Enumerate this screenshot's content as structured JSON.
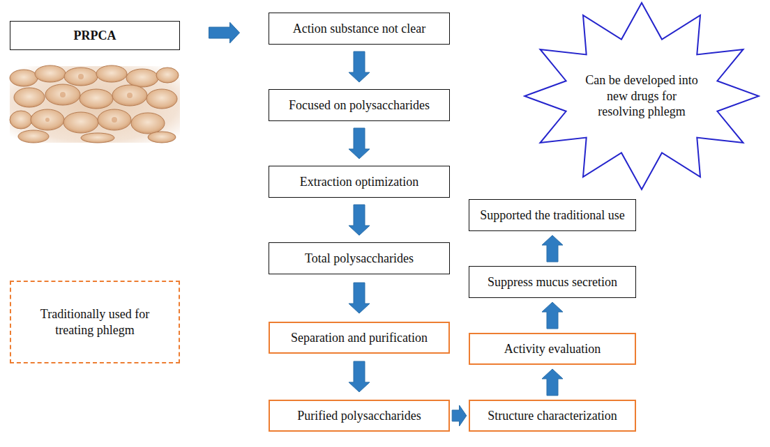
{
  "diagram": {
    "nodes": [
      {
        "text": [
          "PRPCA"
        ]
      },
      {
        "text": [
          "Action substance not clear"
        ]
      },
      {
        "text": [
          "Focused on polysaccharides"
        ]
      },
      {
        "text": [
          "Extraction optimization"
        ]
      },
      {
        "text": [
          "Total polysaccharides"
        ]
      },
      {
        "text": [
          "Separation and purification"
        ]
      },
      {
        "text": [
          "Purified polysaccharides"
        ]
      },
      {
        "text": [
          "Structure characterization"
        ]
      },
      {
        "text": [
          "Activity evaluation"
        ]
      },
      {
        "text": [
          "Suppress mucus secretion"
        ]
      },
      {
        "text": [
          "Supported the traditional use"
        ]
      },
      {
        "text": [
          "Can be developed into new drugs for resolving phlegm"
        ]
      },
      {
        "text": [
          "Traditionally used for treating phlegm"
        ]
      }
    ],
    "edges": [
      {
        "from": 0,
        "to": 1,
        "arrow": "to"
      },
      {
        "from": 1,
        "to": 2,
        "arrow": "to"
      },
      {
        "from": 2,
        "to": 3,
        "arrow": "to"
      },
      {
        "from": 3,
        "to": 4,
        "arrow": "to"
      },
      {
        "from": 4,
        "to": 5,
        "arrow": "to"
      },
      {
        "from": 5,
        "to": 6,
        "arrow": "to"
      },
      {
        "from": 6,
        "to": 7,
        "arrow": "to"
      },
      {
        "from": 7,
        "to": 8,
        "arrow": "to"
      },
      {
        "from": 8,
        "to": 9,
        "arrow": "to"
      },
      {
        "from": 9,
        "to": 10,
        "arrow": "to"
      }
    ]
  }
}
